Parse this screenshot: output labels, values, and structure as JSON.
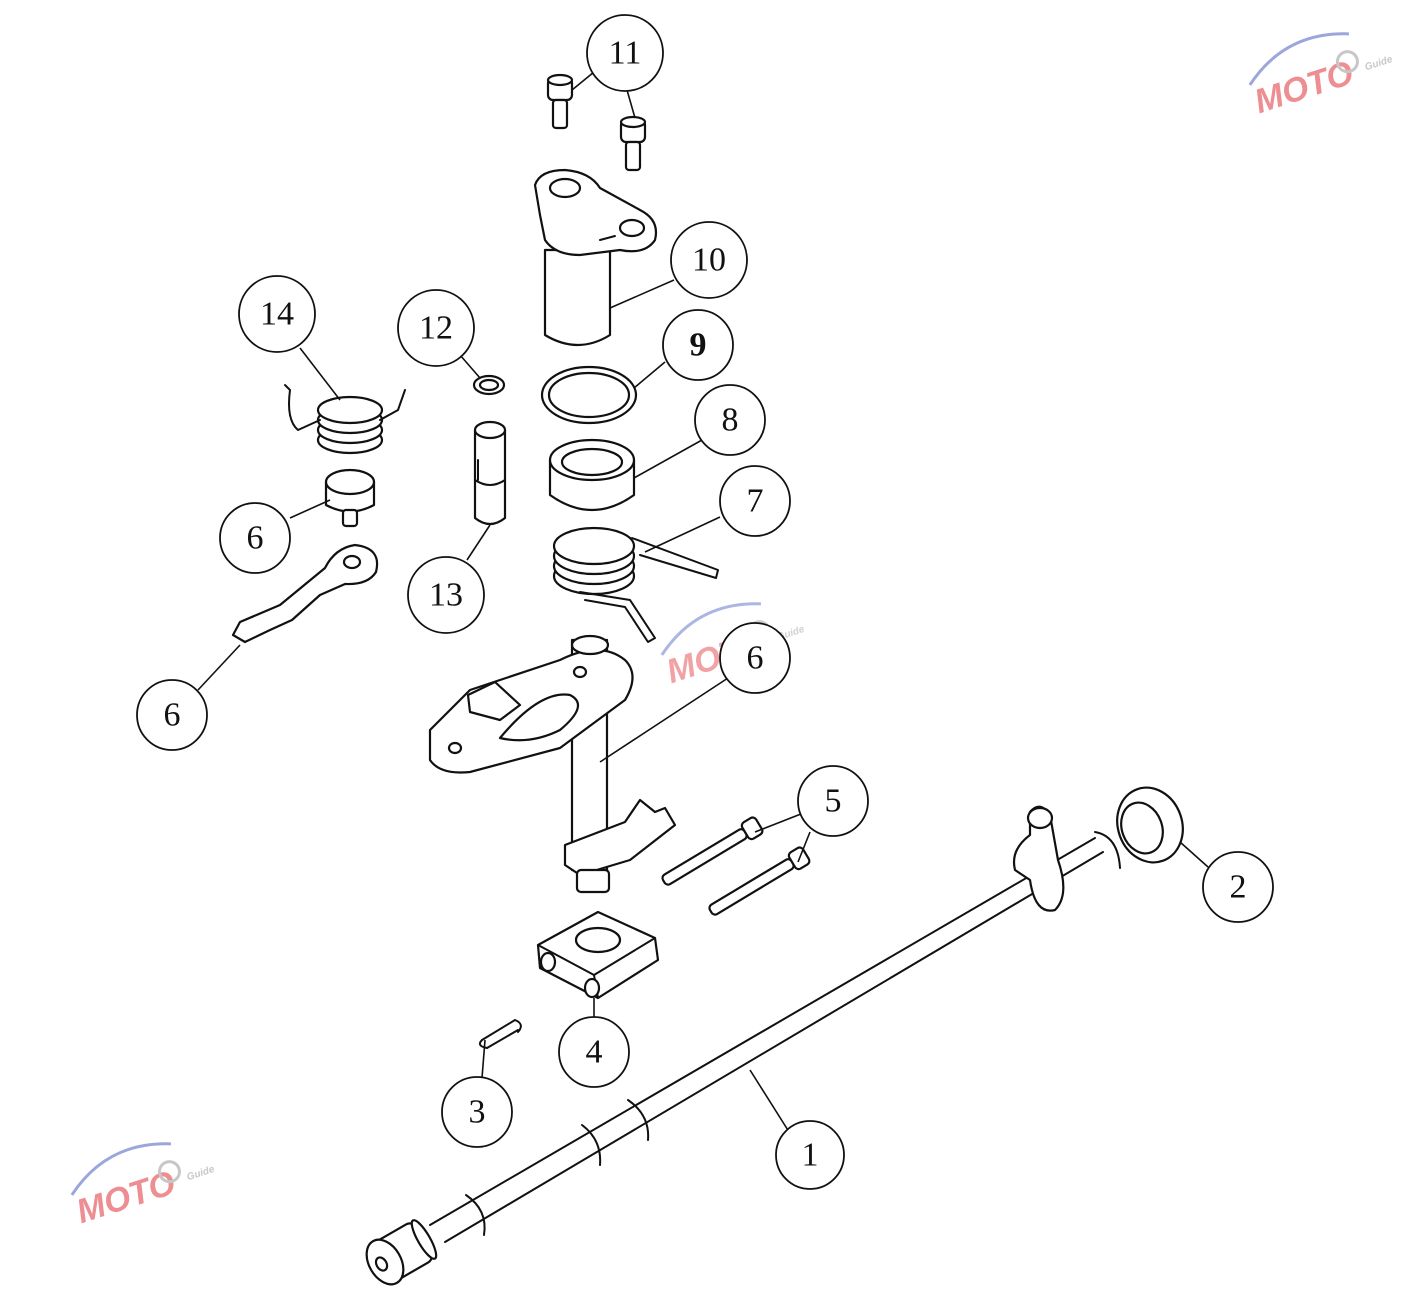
{
  "callouts": [
    {
      "id": "c1",
      "label": "1"
    },
    {
      "id": "c2",
      "label": "2"
    },
    {
      "id": "c3",
      "label": "3"
    },
    {
      "id": "c4",
      "label": "4"
    },
    {
      "id": "c5",
      "label": "5"
    },
    {
      "id": "c6a",
      "label": "6"
    },
    {
      "id": "c6b",
      "label": "6"
    },
    {
      "id": "c6c",
      "label": "6"
    },
    {
      "id": "c7",
      "label": "7"
    },
    {
      "id": "c8",
      "label": "8"
    },
    {
      "id": "c9",
      "label": "9"
    },
    {
      "id": "c10",
      "label": "10"
    },
    {
      "id": "c11",
      "label": "11"
    },
    {
      "id": "c12",
      "label": "12"
    },
    {
      "id": "c13",
      "label": "13"
    },
    {
      "id": "c14",
      "label": "14"
    }
  ],
  "watermark": {
    "brand": "MOTO",
    "sub": "Guide",
    "colors": {
      "red": "#e0333a",
      "blue": "#4a5fc1",
      "gray": "#9a9a9a"
    }
  }
}
